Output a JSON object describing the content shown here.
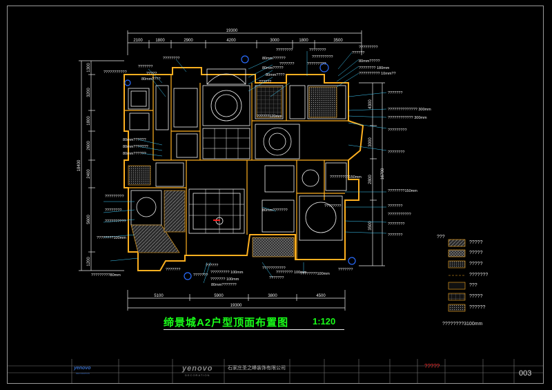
{
  "plan": {
    "title": "缔景城A2户型顶面布置图",
    "scale": "1:120"
  },
  "dimensions": {
    "overall_top": "19300",
    "overall_bottom": "19300",
    "top_segments": [
      "2100",
      "1800",
      "2900",
      "4200",
      "3000",
      "1800",
      "3500"
    ],
    "bottom_segments": [
      "5100",
      "5900",
      "3800",
      "4500"
    ],
    "left_total": "18400",
    "left_segments": [
      "1300",
      "3200",
      "1800",
      "2600",
      "2400",
      "5600",
      "1200"
    ],
    "right_total": "16700",
    "right_segments": [
      "4300",
      "3000",
      "2800",
      "3500"
    ]
  },
  "annotations": {
    "callouts": [
      "????????",
      "???????",
      "?????",
      "80mm????",
      "80mm??????",
      "80mm?????",
      "80mm????",
      "??????",
      "????????",
      "????????",
      "??????????",
      "?????????",
      "???????",
      "??????",
      "?????????",
      "80mm?????",
      "???????? 180mm",
      "?????????? 10mm??",
      "???????",
      "?????????????? 300mm",
      "???????????? 300mm",
      "?????????",
      "????????",
      "???????????",
      "80mm??????",
      "80mm???????",
      "80mm??????",
      "?????????150mm",
      "????????150mm",
      "?????????",
      "????????",
      "??????????",
      "???????",
      "80mm???????",
      "????????",
      "???????",
      "????????",
      "???????????",
      "????????100mm",
      "?????????80mm",
      "???????",
      "????????100mm",
      "80mm???????",
      "???????",
      "???????????",
      "????????? 100mm",
      "??????",
      "???????",
      "???????",
      "??????? 100mm",
      "???????? 100mm",
      "??????120mm"
    ]
  },
  "legend": {
    "header": "???",
    "items": [
      {
        "label": "?????"
      },
      {
        "label": "?????"
      },
      {
        "label": "?????"
      },
      {
        "label": "???????"
      },
      {
        "label": "???"
      },
      {
        "label": "?????"
      },
      {
        "label": "??????"
      }
    ],
    "footer": "????????3100mm"
  },
  "title_block": {
    "brand": "yenovo",
    "brand_sub": "DECORATION",
    "company": "石家庄圣之峰装饰有限公司",
    "sheet_placeholder": "?????",
    "sheet_number": "003"
  },
  "colors": {
    "background": "#000000",
    "wall": "#ffb020",
    "ceiling": "#ffffff",
    "dimension": "#ffffff",
    "callout_line": "#3fd0ff",
    "title": "#19ff19",
    "accent_red": "#ff2020",
    "light_symbol": "#2a6cff"
  }
}
